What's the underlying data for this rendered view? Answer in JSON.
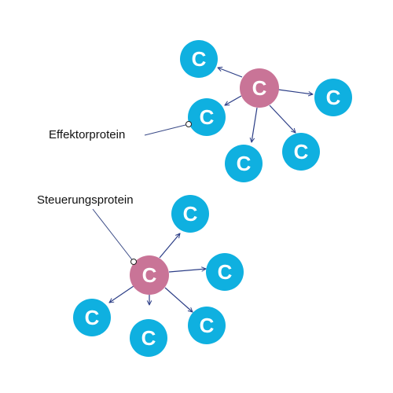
{
  "colors": {
    "effector": "#0fb0e0",
    "regulator": "#c97497",
    "edge": "#2b3d86",
    "callout": "#3a4a86",
    "node_text": "#ffffff"
  },
  "diagram": {
    "node_letter": "C",
    "label_effector": "Effektorprotein",
    "label_regulator": "Steuerungsprotein"
  }
}
